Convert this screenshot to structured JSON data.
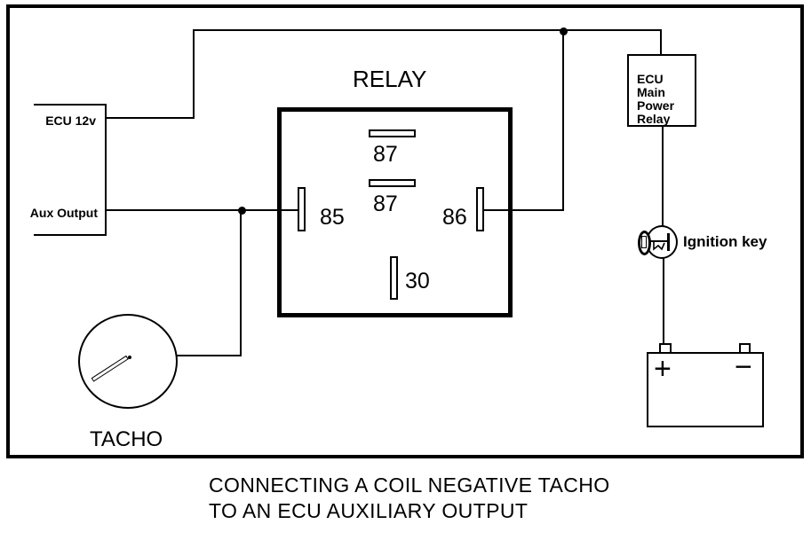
{
  "colors": {
    "line": "#000000",
    "background": "#ffffff"
  },
  "ecu": {
    "label_top": "ECU 12v",
    "label_bottom": "Aux Output"
  },
  "relay": {
    "title": "RELAY",
    "pin_87_top": "87",
    "pin_87_mid": "87",
    "pin_85": "85",
    "pin_86": "86",
    "pin_30": "30"
  },
  "power_relay": {
    "label": "ECU Main\nPower\nRelay"
  },
  "ignition": {
    "label": "Ignition key"
  },
  "battery": {
    "positive": "+",
    "negative": "−"
  },
  "tacho": {
    "label": "TACHO"
  },
  "caption": {
    "line1": "CONNECTING A COIL NEGATIVE TACHO",
    "line2": "TO AN ECU AUXILIARY OUTPUT"
  }
}
